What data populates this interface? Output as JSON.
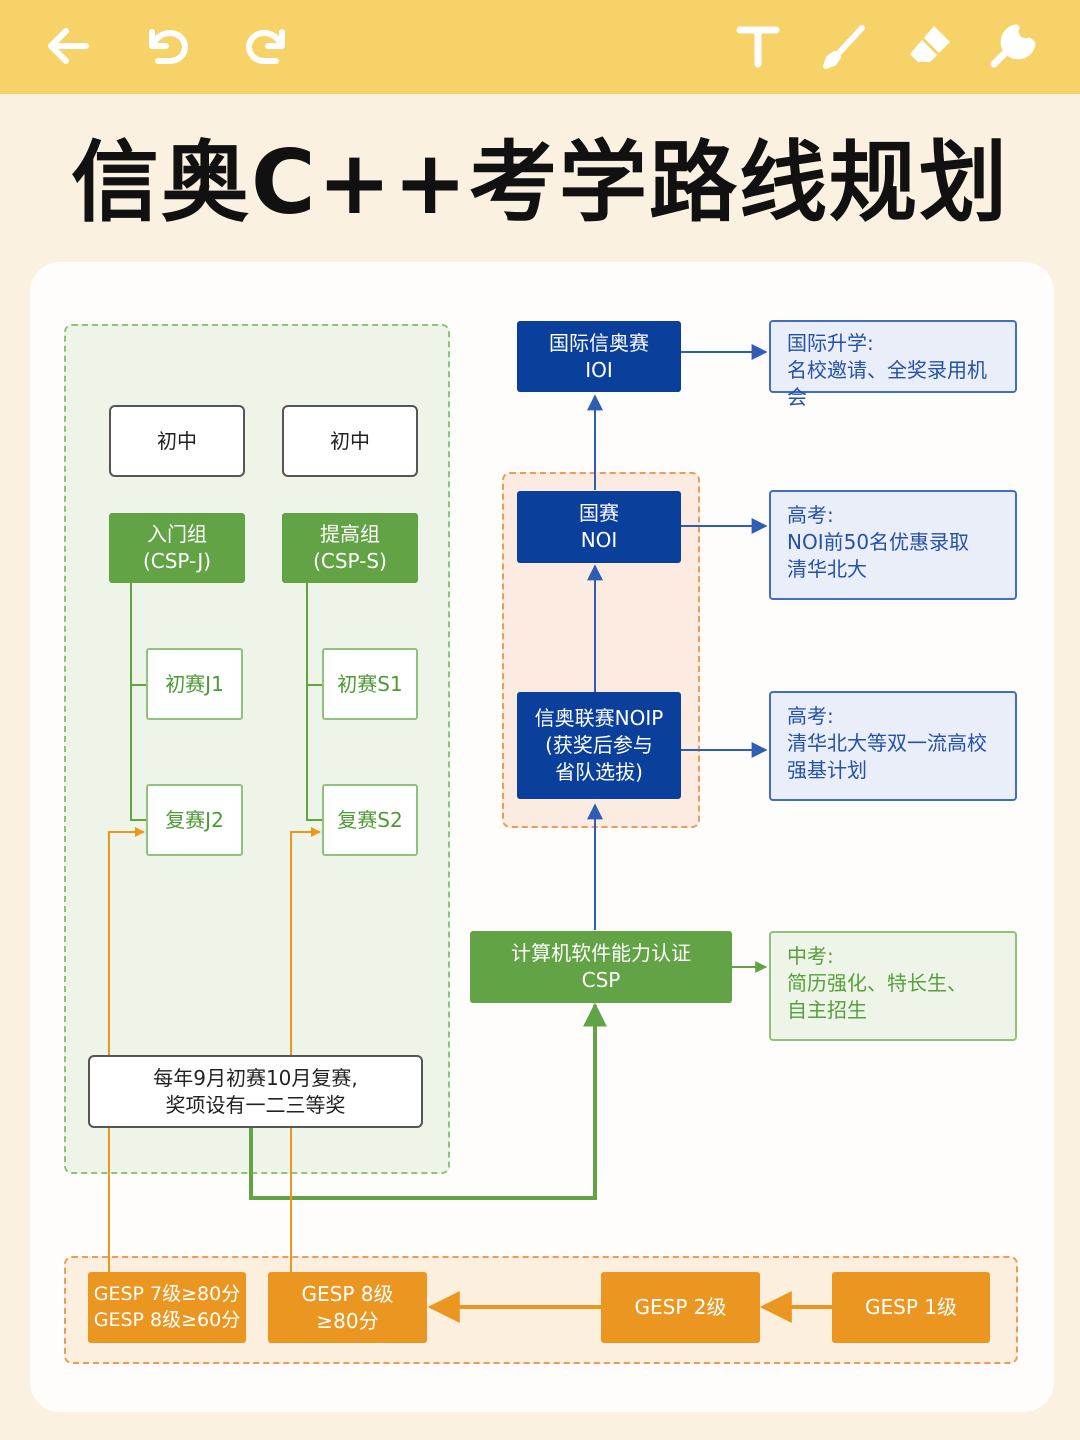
{
  "toolbar": {
    "icons": [
      "back-arrow-icon",
      "undo-icon",
      "redo-icon",
      "text-icon",
      "pen-icon",
      "eraser-icon",
      "wrench-icon"
    ],
    "color": "#f6d268"
  },
  "title": "信奥C++考学路线规划",
  "left_panel": {
    "level_j": "初中",
    "level_s": "初中",
    "group_j": "入门组\n(CSP-J)",
    "group_s": "提高组\n(CSP-S)",
    "round_j1": "初赛J1",
    "round_j2": "复赛J2",
    "round_s1": "初赛S1",
    "round_s2": "复赛S2",
    "note": "每年9月初赛10月复赛,\n奖项设有一二三等奖"
  },
  "center": {
    "ioi": "国际信奥赛\nIOI",
    "noi": "国赛\nNOI",
    "noip": "信奥联赛NOIP\n(获奖后参与\n省队选拔)",
    "csp": "计算机软件能力认证\nCSP"
  },
  "right": {
    "ioi_benefit": "国际升学:\n名校邀请、全奖录用机会",
    "noi_benefit": "高考:\nNOI前50名优惠录取\n清华北大",
    "noip_benefit": "高考:\n清华北大等双一流高校\n强基计划",
    "csp_benefit": "中考:\n简历强化、特长生、\n自主招生"
  },
  "gesp": {
    "level7": "GESP 7级≥80分\nGESP 8级≥60分",
    "level8": "GESP 8级\n≥80分",
    "level2": "GESP 2级",
    "level1": "GESP 1级"
  },
  "colors": {
    "green": "#62a345",
    "navy": "#0b3f9c",
    "orange": "#ec9622",
    "blue_panel": "#e9eef9",
    "green_panel": "#eef5e8"
  }
}
